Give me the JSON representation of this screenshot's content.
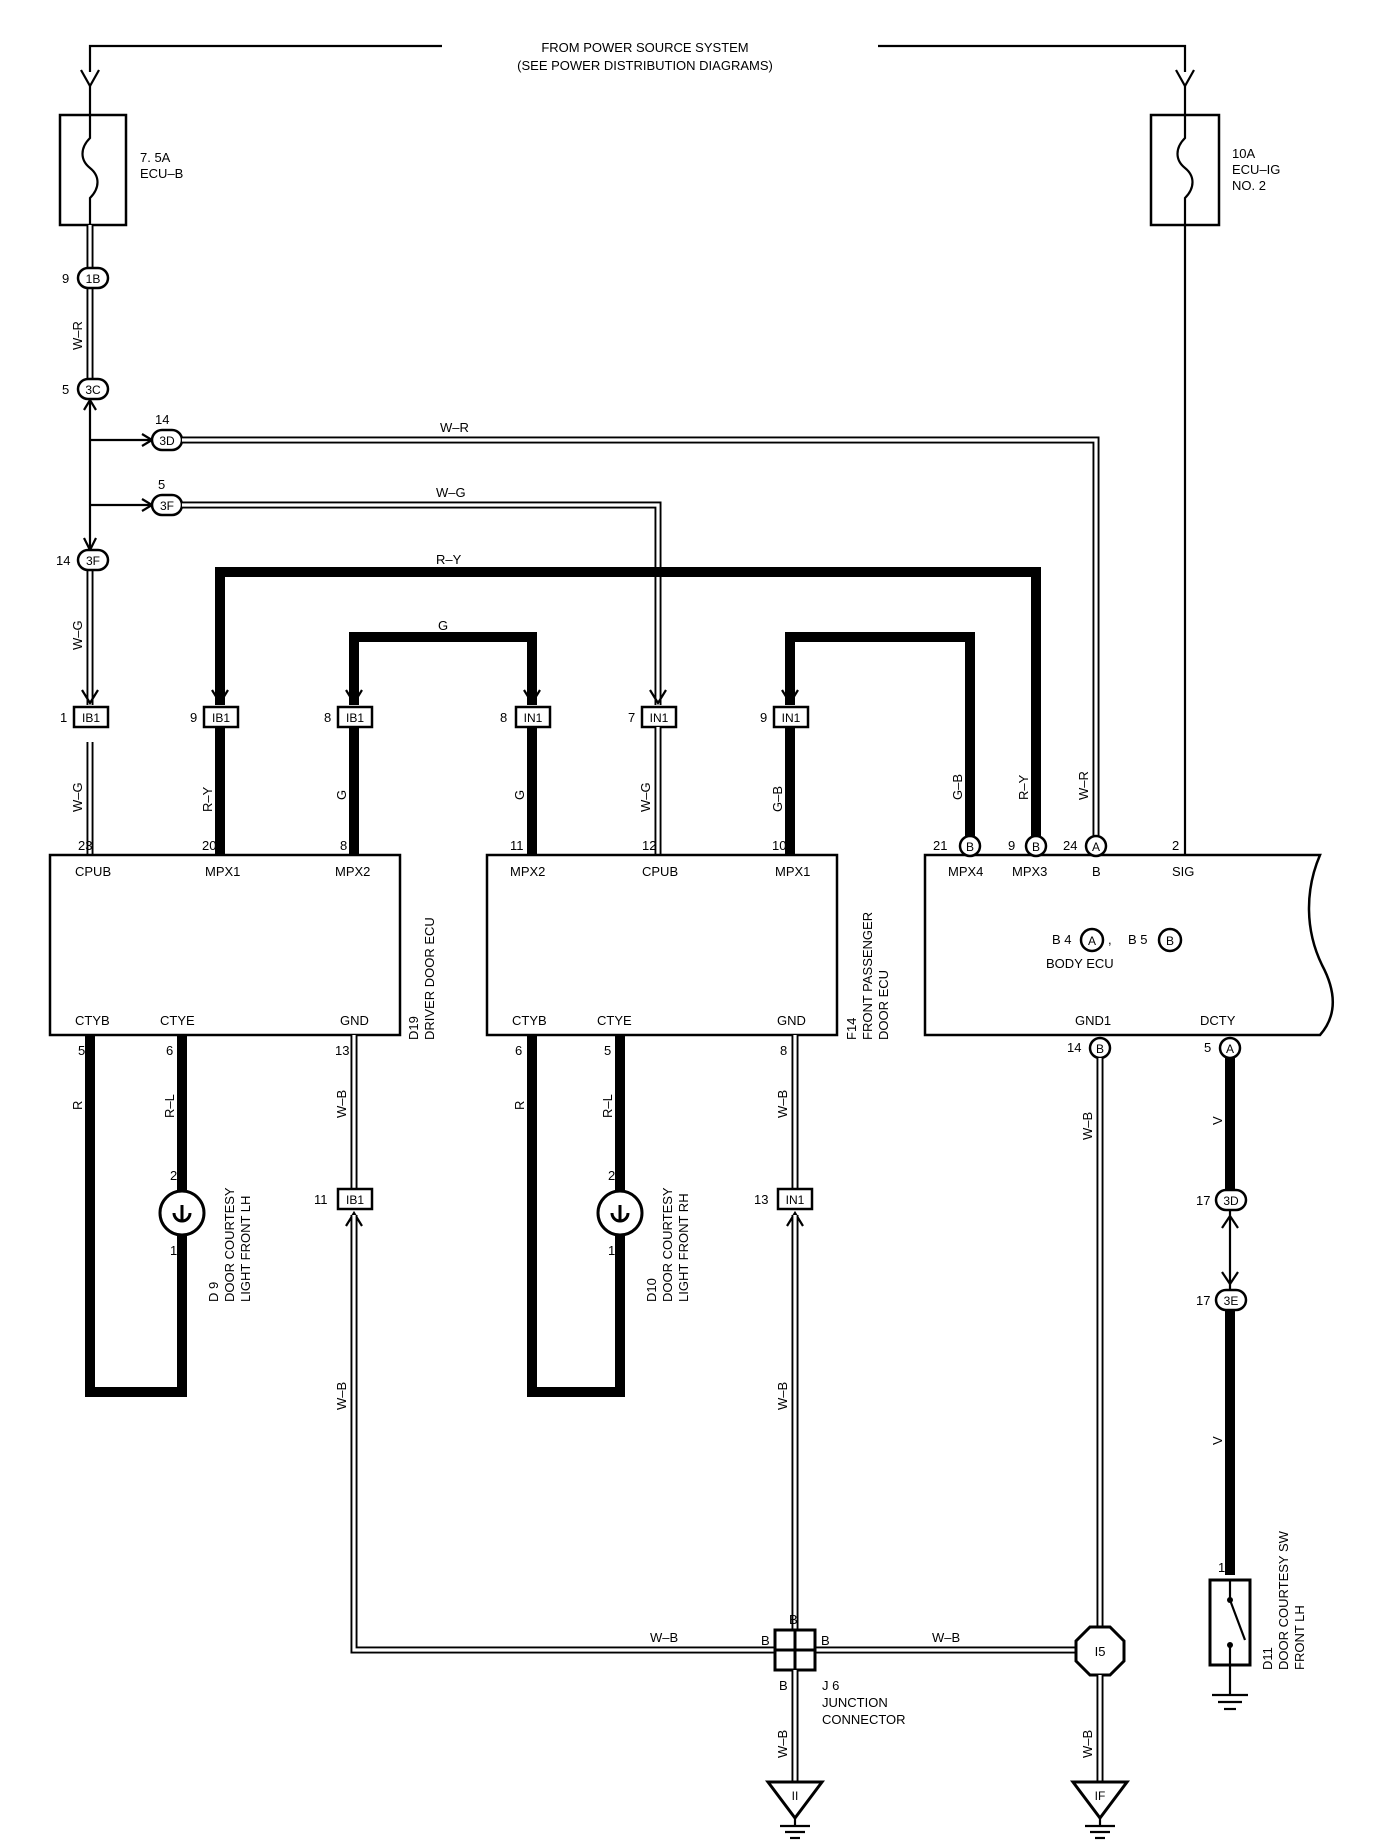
{
  "header": {
    "line1": "FROM POWER SOURCE SYSTEM",
    "line2": "(SEE POWER DISTRIBUTION DIAGRAMS)"
  },
  "fuses": {
    "left": {
      "rating": "7. 5A",
      "name": "ECU–B"
    },
    "right": {
      "rating": "10A",
      "name1": "ECU–IG",
      "name2": "NO. 2"
    }
  },
  "splices": {
    "s1": {
      "pin": "9",
      "id": "1B"
    },
    "s2": {
      "pin": "5",
      "id": "3C"
    },
    "s3": {
      "pin": "14",
      "id": "3D"
    },
    "s4": {
      "pin": "5",
      "id": "3F"
    },
    "s5": {
      "pin": "14",
      "id": "3F"
    },
    "s6": {
      "pin": "17",
      "id": "3D"
    },
    "s7": {
      "pin": "17",
      "id": "3E"
    }
  },
  "wires": {
    "wr": "W–R",
    "wg": "W–G",
    "ry": "R–Y",
    "g": "G",
    "gb": "G–B",
    "r": "R",
    "rl": "R–L",
    "wb": "W–B",
    "v": "V",
    "b": "B"
  },
  "connectors": {
    "c1": {
      "pin": "1",
      "id": "IB1"
    },
    "c2": {
      "pin": "9",
      "id": "IB1"
    },
    "c3": {
      "pin": "8",
      "id": "IB1"
    },
    "c4": {
      "pin": "8",
      "id": "IN1"
    },
    "c5": {
      "pin": "7",
      "id": "IN1"
    },
    "c6": {
      "pin": "9",
      "id": "IN1"
    },
    "c7": {
      "pin": "11",
      "id": "IB1"
    },
    "c8": {
      "pin": "13",
      "id": "IN1"
    }
  },
  "ecu_driver": {
    "id": "D19",
    "name": "DRIVER DOOR ECU",
    "top_pins": [
      {
        "pin": "23",
        "label": "CPUB"
      },
      {
        "pin": "20",
        "label": "MPX1"
      },
      {
        "pin": "8",
        "label": "MPX2"
      }
    ],
    "bottom_pins": [
      {
        "pin": "5",
        "label": "CTYB"
      },
      {
        "pin": "6",
        "label": "CTYE"
      },
      {
        "pin": "13",
        "label": "GND"
      }
    ]
  },
  "ecu_passenger": {
    "id": "F14",
    "name1": "FRONT PASSENGER",
    "name2": "DOOR ECU",
    "top_pins": [
      {
        "pin": "11",
        "label": "MPX2"
      },
      {
        "pin": "12",
        "label": "CPUB"
      },
      {
        "pin": "10",
        "label": "MPX1"
      }
    ],
    "bottom_pins": [
      {
        "pin": "6",
        "label": "CTYB"
      },
      {
        "pin": "5",
        "label": "CTYE"
      },
      {
        "pin": "8",
        "label": "GND"
      }
    ]
  },
  "body_ecu": {
    "name": "BODY ECU",
    "conn_a_label": "B 4",
    "conn_b_label": "B 5",
    "conn_a": "A",
    "conn_b": "B",
    "sep": ",",
    "top_pins": [
      {
        "pin": "21",
        "conn": "B",
        "label": "MPX4"
      },
      {
        "pin": "9",
        "conn": "B",
        "label": "MPX3"
      },
      {
        "pin": "24",
        "conn": "A",
        "label": "B"
      },
      {
        "pin": "2",
        "label": "SIG"
      }
    ],
    "bottom_pins": [
      {
        "pin": "14",
        "conn": "B",
        "label": "GND1"
      },
      {
        "pin": "5",
        "conn": "A",
        "label": "DCTY"
      }
    ]
  },
  "lights": {
    "lh": {
      "id": "D 9",
      "name1": "DOOR COURTESY",
      "name2": "LIGHT FRONT LH",
      "pin_top": "2",
      "pin_bottom": "1"
    },
    "rh": {
      "id": "D10",
      "name1": "DOOR COURTESY",
      "name2": "LIGHT FRONT RH",
      "pin_top": "2",
      "pin_bottom": "1"
    }
  },
  "junction": {
    "id": "J 6",
    "name1": "JUNCTION",
    "name2": "CONNECTOR"
  },
  "ground_points": {
    "i5": "I5",
    "ii": "II",
    "if": "IF"
  },
  "switch": {
    "id": "D11",
    "name1": "DOOR COURTESY SW",
    "name2": "FRONT LH",
    "pin": "1"
  }
}
